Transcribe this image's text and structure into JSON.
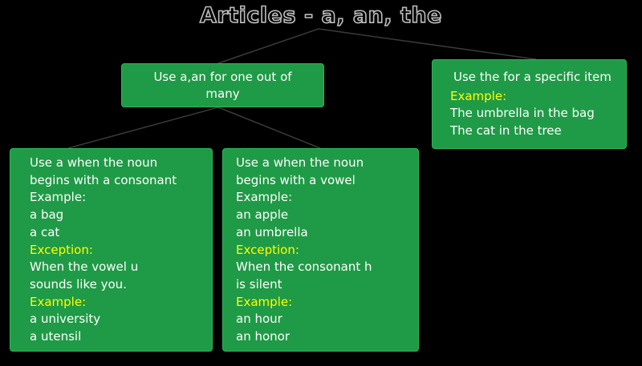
{
  "title": "Articles - a, an, the",
  "colors": {
    "background": "#000000",
    "box_fill": "#1f9a46",
    "box_text": "#ffffff",
    "highlight_text": "#ffff00",
    "connector": "#3a3a3a"
  },
  "nodes": {
    "a_an": {
      "lines": [
        "Use a,an for one out of",
        "many"
      ]
    },
    "the": {
      "lines": [
        "Use the for a specific item"
      ],
      "example_label": "Example:",
      "examples": [
        "The umbrella in the bag",
        "The cat in the tree"
      ]
    },
    "consonant": {
      "lines": [
        "Use a when the noun",
        "begins with a consonant"
      ],
      "example_label": "Example:",
      "examples": [
        "a bag",
        "a cat"
      ],
      "exception_label": "Exception:",
      "exception_lines": [
        "When the vowel u",
        "sounds like you."
      ],
      "exception_example_label": "Example:",
      "exception_examples": [
        "a university",
        "a utensil"
      ]
    },
    "vowel": {
      "lines": [
        "Use a when the noun",
        "begins with a vowel"
      ],
      "example_label": "Example:",
      "examples": [
        "an apple",
        "an umbrella"
      ],
      "exception_label": "Exception:",
      "exception_lines": [
        "When the consonant h",
        "is silent"
      ],
      "exception_example_label": "Example:",
      "exception_examples": [
        "an hour",
        "an honor"
      ]
    }
  }
}
